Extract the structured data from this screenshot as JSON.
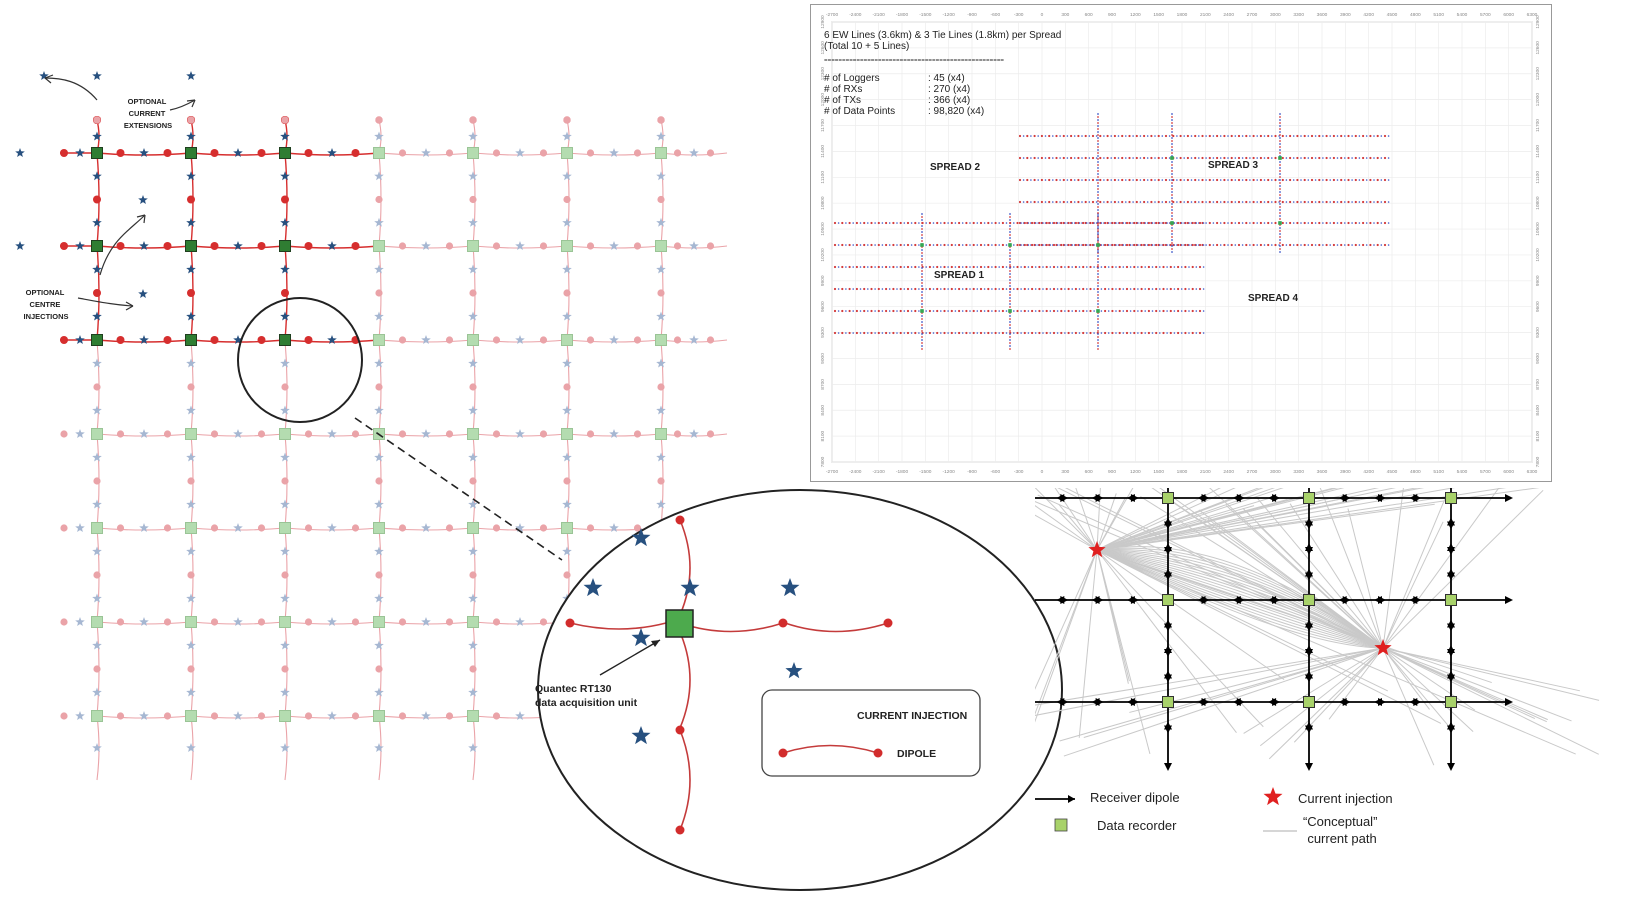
{
  "grid_layout": {
    "annotations": {
      "optional_current_extensions": [
        "OPTIONAL",
        "CURRENT",
        "EXTENSIONS"
      ],
      "optional_centre_injections": [
        "OPTIONAL",
        "CENTRE",
        "INJECTIONS"
      ]
    },
    "colors": {
      "dipole_active": "#d62e2e",
      "dipole_faded": "#eaa3a8",
      "star_active": "#27507f",
      "star_faded": "#a6b7d2",
      "recorder_active": "#2f7d32",
      "recorder_faded": "#b4dcb0"
    }
  },
  "zoom_detail": {
    "unit_label": [
      "Quantec RT130",
      "data acquisition unit"
    ],
    "legend": {
      "current_injection": "CURRENT INJECTION",
      "dipole": "DIPOLE"
    },
    "colors": {
      "recorder": "#4daa4d",
      "star": "#27507f",
      "dipole": "#c43b3b"
    }
  },
  "spread_map": {
    "header_lines": [
      "6 EW Lines (3.6km) & 3 Tie Lines (1.8km) per Spread",
      "(Total 10 + 5 Lines)",
      "=================================================="
    ],
    "stats": [
      {
        "label": "# of Loggers",
        "value": ": 45   (x4)"
      },
      {
        "label": "# of RXs",
        "value": ": 270  (x4)"
      },
      {
        "label": "# of TXs",
        "value": ": 366  (x4)"
      },
      {
        "label": "# of Data Points",
        "value": ": 98,820  (x4)"
      }
    ],
    "spreads": [
      "SPREAD 2",
      "SPREAD 3",
      "SPREAD 1",
      "SPREAD 4"
    ],
    "x_ticks": [
      "-2700",
      "-2400",
      "-2100",
      "-1800",
      "-1500",
      "-1200",
      "-900",
      "-600",
      "-300",
      "0",
      "300",
      "600",
      "900",
      "1200",
      "1500",
      "1800",
      "2100",
      "2400",
      "2700",
      "3000",
      "3300",
      "3600",
      "3900",
      "4200",
      "4500",
      "4800",
      "5100",
      "5400",
      "5700",
      "6000",
      "6300"
    ],
    "y_ticks": [
      "12900",
      "12600",
      "12300",
      "12000",
      "11700",
      "11400",
      "11100",
      "10800",
      "10500",
      "10200",
      "9900",
      "9600",
      "9300",
      "9000",
      "8700",
      "8400",
      "8100",
      "7800"
    ]
  },
  "conceptual": {
    "legend": {
      "receiver_dipole": "Receiver dipole",
      "current_injection": "Current injection",
      "data_recorder": "Data recorder",
      "current_path": [
        "“Conceptual”",
        "current path"
      ]
    },
    "colors": {
      "recorder": "#a8d26a",
      "injection": "#e02020",
      "path": "#c9c9c9",
      "line": "#000000"
    }
  }
}
